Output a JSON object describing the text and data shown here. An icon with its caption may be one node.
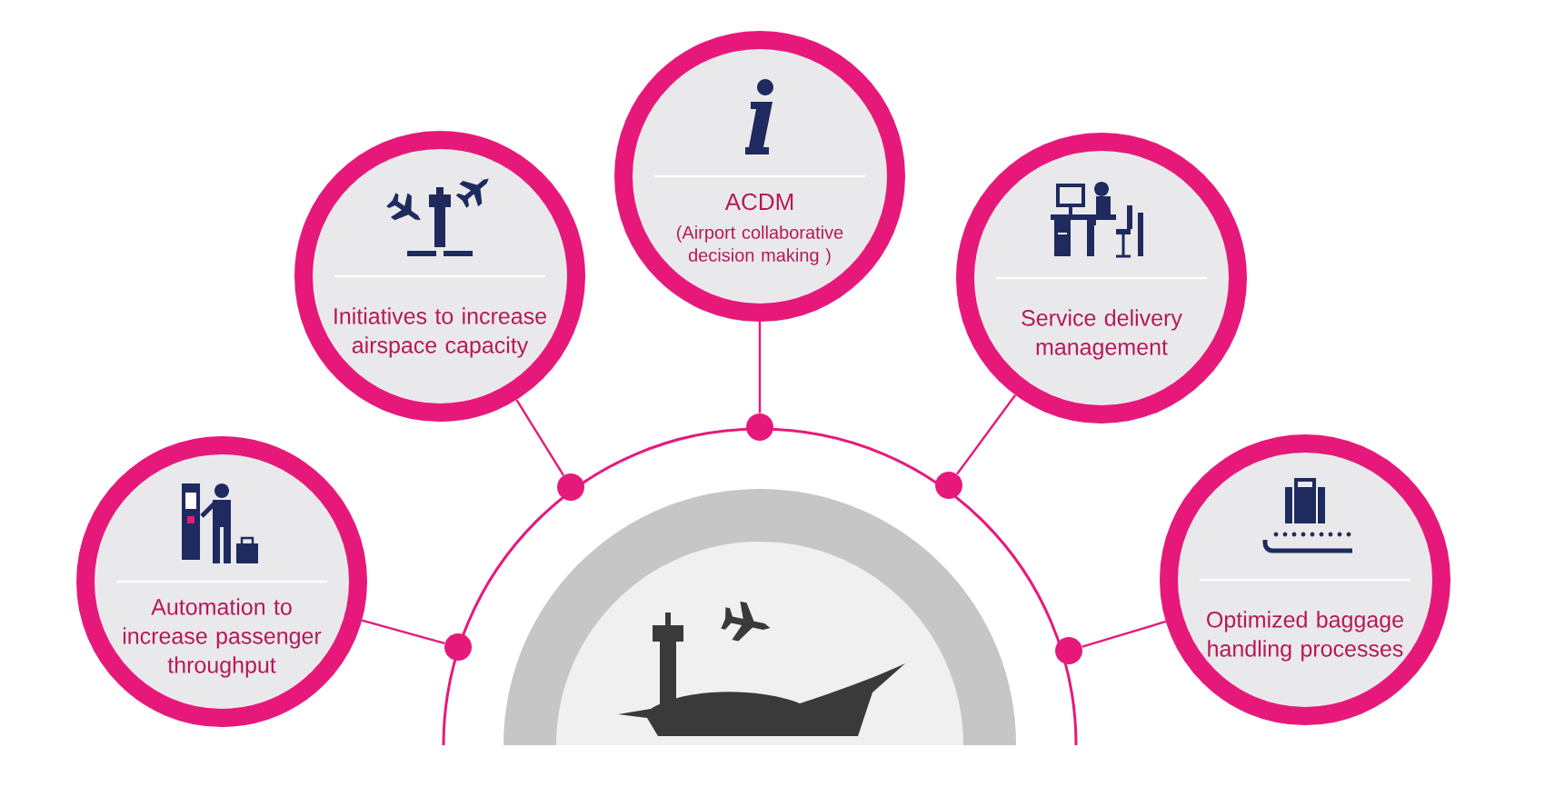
{
  "diagram": {
    "nodes": [
      {
        "text": [
          "Automation to increase passenger throughput"
        ]
      },
      {
        "text": [
          "Initiatives to increase airspace capacity"
        ]
      },
      {
        "text": [
          "ACDM",
          "(Airport collaborative decision making )"
        ]
      },
      {
        "text": [
          "Service delivery management"
        ]
      },
      {
        "text": [
          "Optimized baggage handling processes"
        ]
      },
      {
        "text": [],
        "shape": "circle"
      },
      {
        "text": [],
        "shape": "circle"
      },
      {
        "text": [],
        "shape": "circle"
      },
      {
        "text": [],
        "shape": "circle"
      },
      {
        "text": [],
        "shape": "circle"
      }
    ],
    "edges": [
      {
        "from": 0,
        "to": 5,
        "arrow": "none"
      },
      {
        "from": 1,
        "to": 6,
        "arrow": "none"
      },
      {
        "from": 2,
        "to": 7,
        "arrow": "none"
      },
      {
        "from": 3,
        "to": 8,
        "arrow": "none"
      },
      {
        "from": 4,
        "to": 9,
        "arrow": "none"
      }
    ]
  }
}
